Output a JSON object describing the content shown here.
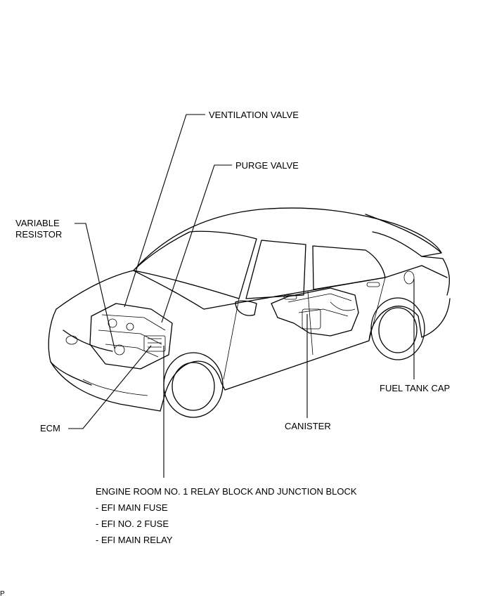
{
  "labels": {
    "ventilation_valve": "VENTILATION VALVE",
    "purge_valve": "PURGE VALVE",
    "variable_resistor_line1": "VARIABLE",
    "variable_resistor_line2": "RESISTOR",
    "ecm": "ECM",
    "canister": "CANISTER",
    "fuel_tank_cap": "FUEL TANK CAP",
    "relay_block": "ENGINE ROOM NO. 1 RELAY BLOCK AND JUNCTION BLOCK",
    "efi_main_fuse": "- EFI MAIN FUSE",
    "efi_no2_fuse": "- EFI NO. 2 FUSE",
    "efi_main_relay": "- EFI MAIN RELAY"
  },
  "corner_mark": "P"
}
